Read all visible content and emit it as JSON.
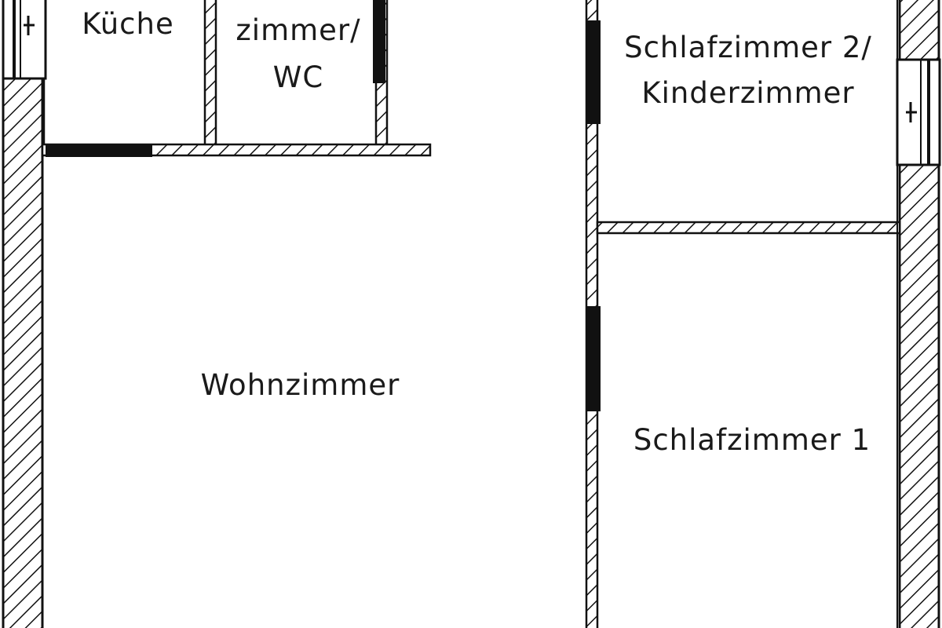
{
  "rooms": {
    "kitchen": "Küche",
    "bath_line1": "zimmer/",
    "bath_line2": "WC",
    "living": "Wohnzimmer",
    "bedroom2_line1": "Schlafzimmer 2/",
    "bedroom2_line2": "Kinderzimmer",
    "bedroom1": "Schlafzimmer 1"
  },
  "colors": {
    "line": "#111111",
    "background": "#ffffff"
  }
}
